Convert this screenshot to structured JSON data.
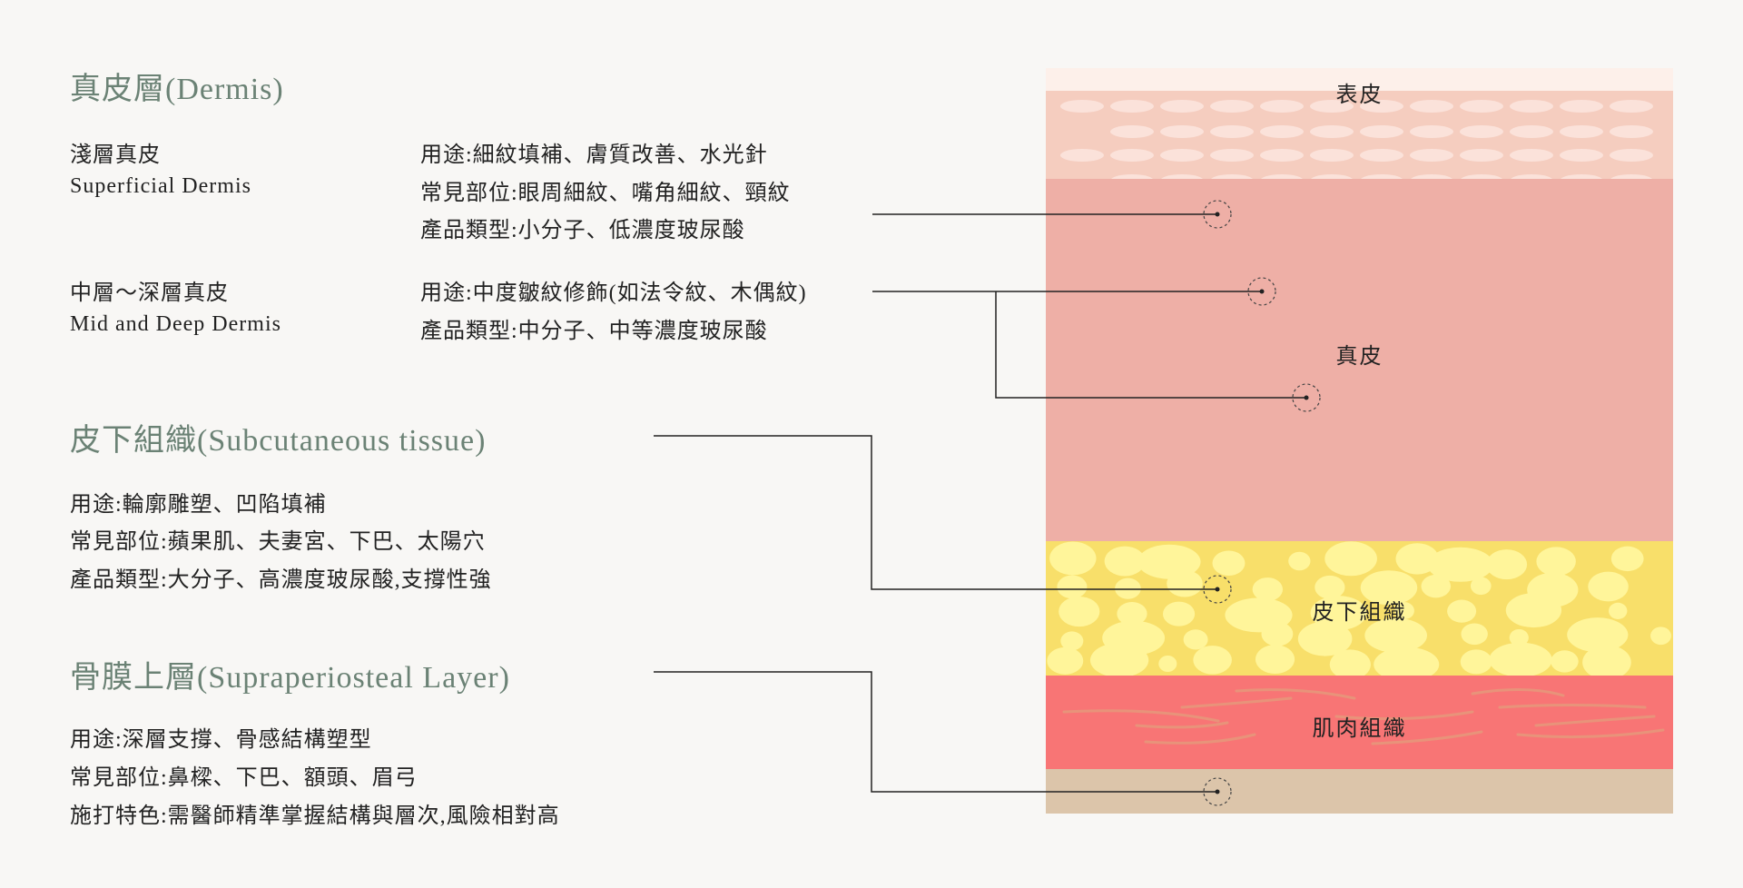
{
  "sections": {
    "dermis": {
      "title": "真皮層(Dermis)",
      "superficial": {
        "name_zh": "淺層真皮",
        "name_en": "Superficial Dermis",
        "lines": [
          "用途:細紋填補、膚質改善、水光針",
          "常見部位:眼周細紋、嘴角細紋、頸紋",
          "產品類型:小分子、低濃度玻尿酸"
        ]
      },
      "mid_deep": {
        "name_zh": "中層～深層真皮",
        "name_en": "Mid and Deep Dermis",
        "lines": [
          "用途:中度皺紋修飾(如法令紋、木偶紋)",
          "產品類型:中分子、中等濃度玻尿酸"
        ]
      }
    },
    "subcutaneous": {
      "title": "皮下組織(Subcutaneous tissue)",
      "lines": [
        "用途:輪廓雕塑、凹陷填補",
        "常見部位:蘋果肌、夫妻宮、下巴、太陽穴",
        "產品類型:大分子、高濃度玻尿酸,支撐性強"
      ]
    },
    "supraperiosteal": {
      "title": "骨膜上層(Supraperiosteal Layer)",
      "lines": [
        "用途:深層支撐、骨感結構塑型",
        "常見部位:鼻樑、下巴、額頭、眉弓",
        "施打特色:需醫師精準掌握結構與層次,風險相對高"
      ]
    }
  },
  "diagram": {
    "layers": {
      "epidermis": {
        "label": "表皮",
        "color": "#f5cdbf"
      },
      "dermis": {
        "label": "真皮",
        "color": "#eeafa6"
      },
      "subcutaneous": {
        "label": "皮下組織",
        "color": "#f8df6a"
      },
      "muscle": {
        "label": "肌肉組織",
        "color": "#f87575"
      },
      "bone": {
        "color": "#dcc5aa"
      }
    }
  },
  "colors": {
    "title": "#6b8275",
    "background": "#f8f7f5"
  }
}
